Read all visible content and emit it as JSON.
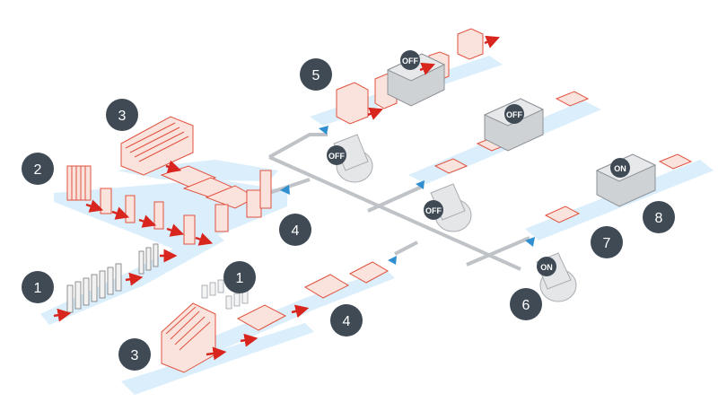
{
  "colors": {
    "conveyor": "#dbeefb",
    "main_line": "#bfc3c7",
    "arrow_red": "#d8261f",
    "arrow_blue": "#2f8fd0",
    "outline_red": "#e0523f",
    "fill_red": "#fbe3dd",
    "badge": "#3f4a55",
    "badge_text": "#ffffff",
    "machine_grey": "#cfd2d5",
    "roll_grey": "#e4e6e8"
  },
  "step_badges": [
    {
      "id": "step-3-top",
      "label": "3"
    },
    {
      "id": "step-2",
      "label": "2"
    },
    {
      "id": "step-1-left",
      "label": "1"
    },
    {
      "id": "step-5",
      "label": "5"
    },
    {
      "id": "step-4-left",
      "label": "4"
    },
    {
      "id": "step-1-mid",
      "label": "1"
    },
    {
      "id": "step-4-bottom",
      "label": "4"
    },
    {
      "id": "step-3-bottom",
      "label": "3"
    },
    {
      "id": "step-6",
      "label": "6"
    },
    {
      "id": "step-7",
      "label": "7"
    },
    {
      "id": "step-8",
      "label": "8"
    }
  ],
  "state_badges": [
    {
      "id": "machine-top",
      "label": "OFF"
    },
    {
      "id": "roll-top",
      "label": "OFF"
    },
    {
      "id": "machine-mid",
      "label": "OFF"
    },
    {
      "id": "roll-mid",
      "label": "OFF"
    },
    {
      "id": "machine-right",
      "label": "ON"
    },
    {
      "id": "roll-right",
      "label": "ON"
    }
  ]
}
